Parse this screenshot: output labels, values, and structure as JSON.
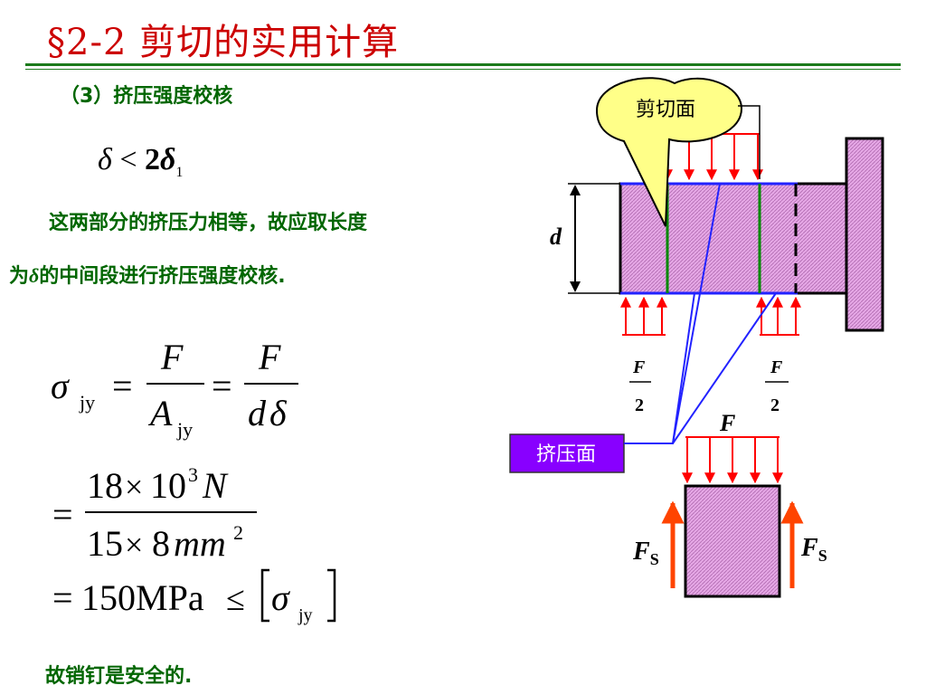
{
  "title": "§2-2 剪切的实用计算",
  "subheading": "（3）挤压强度校核",
  "inequality": {
    "lhs": "δ",
    "op": "<",
    "coef": "2",
    "rhs": "δ",
    "sub": "1"
  },
  "paragraph": {
    "line1": "这两部分的挤压力相等，故应取长度",
    "line2_prefix": "为",
    "line2_symbol": "δ",
    "line2_suffix": "的中间段进行挤压强度校核."
  },
  "formula": {
    "sigma": "σ",
    "sub_jy": "jy",
    "eq": "=",
    "F": "F",
    "A": "A",
    "d": "d",
    "delta": "δ",
    "num2_a": "18",
    "times": "×",
    "num2_b": "10",
    "exp3": "3",
    "unit_N": "N",
    "den2_a": "15",
    "den2_b": "8",
    "unit_mm": "mm",
    "exp2": "2",
    "result": "150MPa",
    "le": "≤"
  },
  "conclusion": "故销钉是安全的.",
  "diagram": {
    "shear_callout": "剪切面",
    "bearing_callout": "挤压面",
    "label_F_top": "F",
    "label_d": "d",
    "frac_num": "F",
    "frac_den": "2",
    "label_F_small": "F",
    "label_Fs_main": "F",
    "label_Fs_sub": "S",
    "colors": {
      "hatch_fill": "#e6a8e6",
      "arrow_red": "#ff0000",
      "arrow_orange": "#ff4400",
      "callout_yellow": "#ffff88",
      "callout_purple": "#8800ff",
      "green_line": "#008800",
      "blue_line": "#2222ff"
    }
  }
}
